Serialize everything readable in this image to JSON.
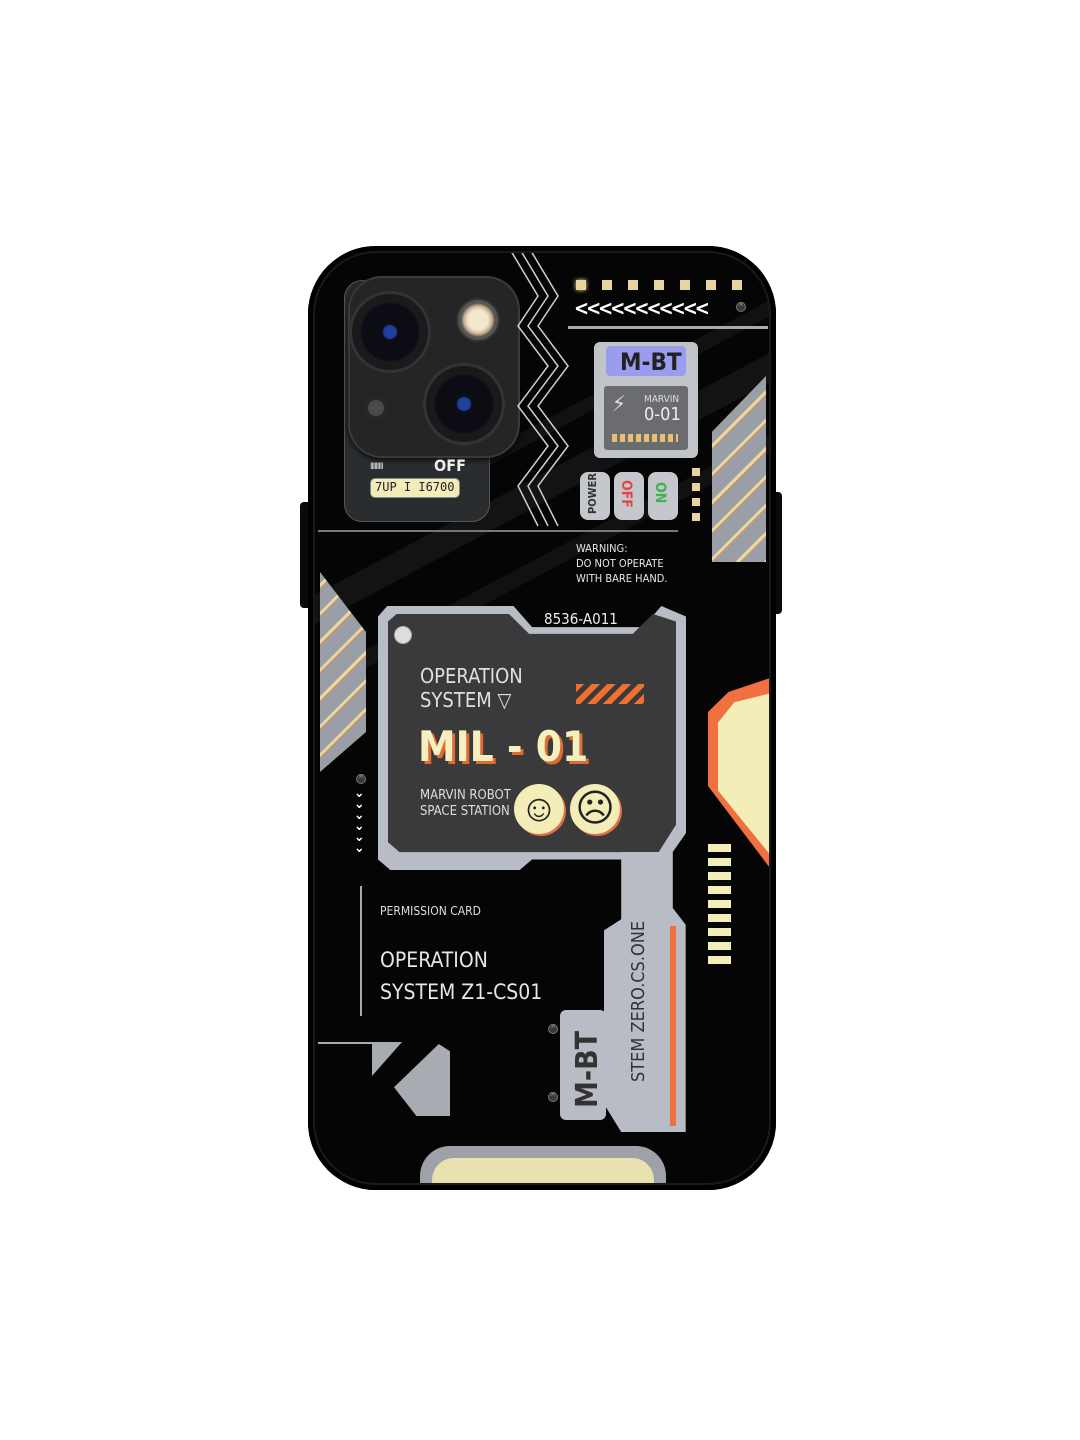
{
  "product": {
    "type": "phone-case",
    "background": "#ffffff",
    "case_color": "#050505",
    "accent_colors": {
      "cream": "#f3edb8",
      "orange": "#f07040",
      "panel_gray": "#b8bcc4",
      "dark_panel": "#3a3a3c",
      "purple_label": "#9a9cf0"
    }
  },
  "camera_module": {
    "status_label": "OFF",
    "display_readout": "7UP I I6700",
    "signal_bars": "IIIIIIIII"
  },
  "top_strip": {
    "chevrons": "<<<<<<<<<<<",
    "leds": 7
  },
  "mbt_card": {
    "header": "M-BT",
    "brand": "MARVIN",
    "model": "0-01",
    "icon": "lightning-shield-icon"
  },
  "switches": [
    {
      "label": "POWER",
      "color": "#333333"
    },
    {
      "label": "OFF",
      "color": "#e04848"
    },
    {
      "label": "ON",
      "color": "#40b050"
    }
  ],
  "warning": {
    "line1": "WARNING:",
    "line2": "DO NOT OPERATE",
    "line3": "WITH BARE HAND."
  },
  "main_panel": {
    "serial": "8536-A011",
    "title_line1": "OPERATION",
    "title_line2": "SYSTEM",
    "title_symbol": "▽",
    "model_code": "MIL - 01",
    "subtitle_line1": "MARVIN ROBOT",
    "subtitle_line2": "SPACE STATION",
    "faces": [
      {
        "name": "happy-face-icon",
        "glyph": "☺"
      },
      {
        "name": "sad-face-icon",
        "glyph": "☹"
      }
    ]
  },
  "permission": {
    "label": "PERMISSION CARD",
    "line1": "OPERATION",
    "line2": "SYSTEM Z1-CS01"
  },
  "vertical_labels": {
    "mbt": "M-BT",
    "system": "STEM ZERO.CS.ONE"
  },
  "left_chevrons": "vvvvvv"
}
